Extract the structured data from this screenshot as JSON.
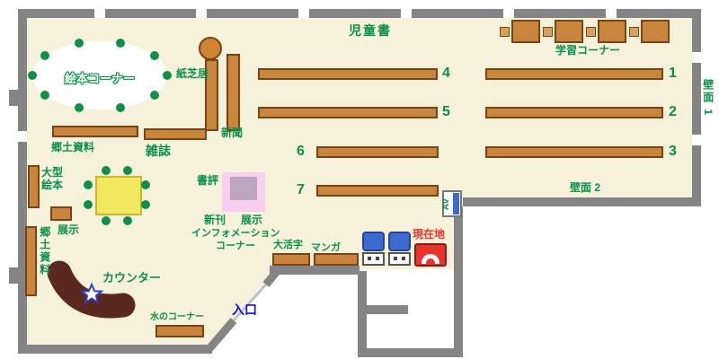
{
  "labels": {
    "children_books": "児童書",
    "study_corner": "学習コーナー",
    "picture_book_corner": "絵本コーナー",
    "kamishibai": "紙芝居",
    "newspaper": "新聞",
    "local_materials": "郷土資料",
    "magazines": "雑誌",
    "large_picture_books": "大型絵本",
    "exhibit_a": "展示",
    "local_materials_vertical": "郷土資料",
    "book_review": "書評",
    "new_arrivals": "新刊",
    "exhibit_b": "展示",
    "information": "インフォメーション",
    "corner": "コーナー",
    "large_print": "大活字",
    "manga": "マンガ",
    "current_location": "現在地",
    "counter": "カウンター",
    "water_corner": "水のコーナー",
    "entrance": "入口",
    "wall_1": "壁面 1",
    "wall_2": "壁面 2",
    "av": "AV"
  },
  "shelf_numbers": [
    "1",
    "2",
    "3",
    "4",
    "5",
    "6",
    "7"
  ],
  "colors": {
    "floor": "#F5F1DA",
    "wall": "#848484",
    "shelf": "#C8853D",
    "shelf_border": "#7B4213",
    "label_green": "#0A9148",
    "entrance_blue": "#1010E0",
    "current_location_red": "#E8332A",
    "counter_brown": "#5A281E",
    "table_yellow": "#F0E85E",
    "display_pink": "#F8CFF0",
    "terminal_blue": "#3C6BD0"
  }
}
